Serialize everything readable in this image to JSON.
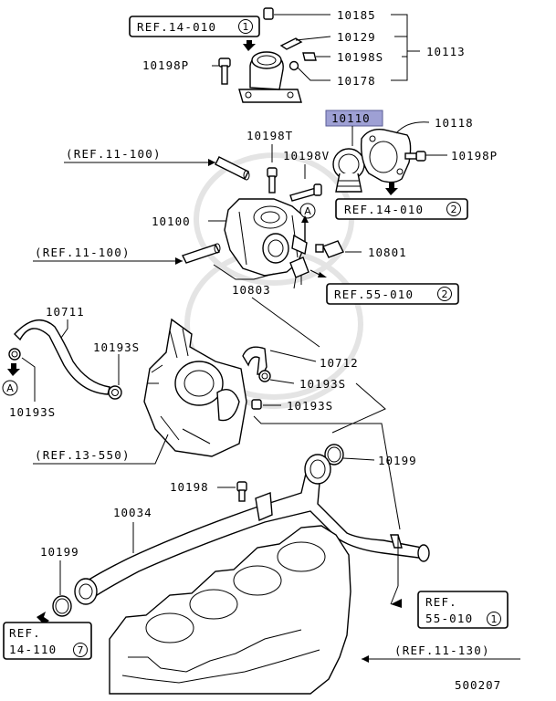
{
  "diagram_code": "500207",
  "highlight_color": "#9ea0d4",
  "part_labels": {
    "p10185": "10185",
    "p10129": "10129",
    "p10198S": "10198S",
    "p10178": "10178",
    "p10113": "10113",
    "p10198P_top": "10198P",
    "p10110": "10110",
    "p10118": "10118",
    "p10198P_right": "10198P",
    "p10198T": "10198T",
    "p10198V": "10198V",
    "p10100": "10100",
    "p10801": "10801",
    "p10803": "10803",
    "p10711": "10711",
    "p10193S_a": "10193S",
    "p10193S_b": "10193S",
    "p10193S_c": "10193S",
    "p10193S_d": "10193S",
    "p10712": "10712",
    "p10199_right": "10199",
    "p10198": "10198",
    "p10034": "10034",
    "p10199_left": "10199"
  },
  "references": {
    "ref_14_010_1": {
      "text": "REF.14-010",
      "num": "1"
    },
    "ref_11_100_top": {
      "text": "(REF.11-100)"
    },
    "ref_14_010_2": {
      "text": "REF.14-010",
      "num": "2"
    },
    "ref_11_100_mid": {
      "text": "(REF.11-100)"
    },
    "ref_55_010_2": {
      "text": "REF.55-010",
      "num": "2"
    },
    "ref_13_550": {
      "text": "(REF.13-550)"
    },
    "ref_55_010_1": {
      "line1": "REF.",
      "line2": "55-010",
      "num": "1"
    },
    "ref_14_110_7": {
      "line1": "REF.",
      "line2": "14-110",
      "num": "7"
    },
    "ref_11_130": {
      "text": "(REF.11-130)"
    }
  },
  "connectors": {
    "a_upper": "A",
    "a_lower": "A"
  }
}
